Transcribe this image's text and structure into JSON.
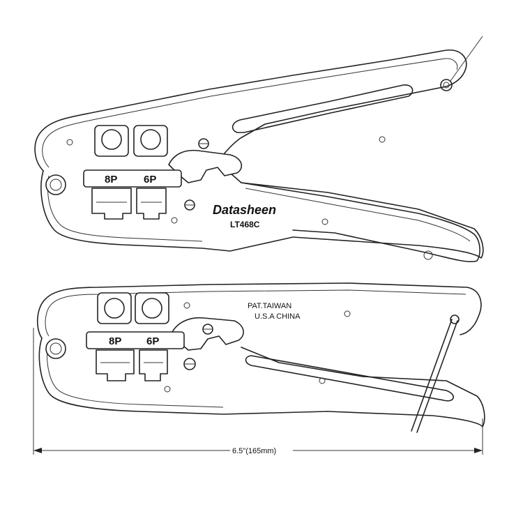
{
  "top_view": {
    "port_8p": "8P",
    "port_6p": "6P",
    "brand": "Datasheen",
    "model": "LT468C"
  },
  "bottom_view": {
    "port_8p": "8P",
    "port_6p": "6P",
    "patent_line1": "PAT.TAIWAN",
    "patent_line2": "U.S.A CHINA"
  },
  "dimension": {
    "label": "6.5\"(165mm)"
  },
  "colors": {
    "stroke": "#222222",
    "background": "#ffffff"
  }
}
